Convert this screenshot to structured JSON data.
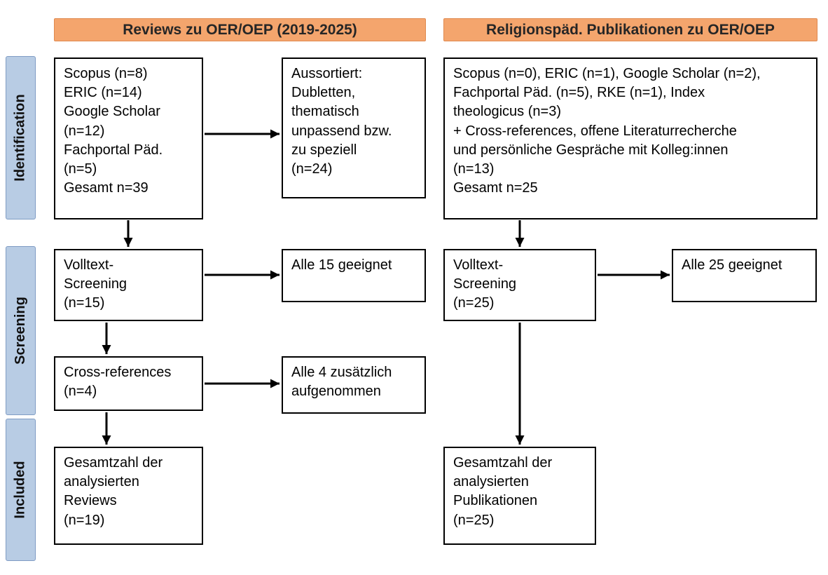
{
  "columns": {
    "left_header": "Reviews zu OER/OEP (2019-2025)",
    "right_header": "Religionspäd. Publikationen zu OER/OEP"
  },
  "stage_labels": {
    "identification": "Identification",
    "screening": "Screening",
    "included": "Included"
  },
  "left_flow": {
    "identification_sources": "Scopus (n=8)\nERIC (n=14)\nGoogle Scholar\n(n=12)\nFachportal Päd.\n(n=5)\nGesamt n=39",
    "excluded": "Aussortiert:\nDubletten,\nthematisch\nunpassend bzw.\nzu speziell\n(n=24)",
    "fulltext_screening": "Volltext-\nScreening\n(n=15)",
    "fulltext_result": "Alle 15 geeignet",
    "cross_references": "Cross-references\n(n=4)",
    "cross_references_result": "Alle 4 zusätzlich\naufgenommen",
    "included_total": "Gesamtzahl der\nanalysierten\nReviews\n(n=19)"
  },
  "right_flow": {
    "identification_sources": "Scopus (n=0), ERIC (n=1), Google Scholar (n=2),\nFachportal Päd. (n=5), RKE (n=1), Index\ntheologicus (n=3)\n+ Cross-references, offene Literaturrecherche\nund persönliche Gespräche mit Kolleg:innen\n(n=13)\nGesamt n=25",
    "fulltext_screening": "Volltext-\nScreening\n(n=25)",
    "fulltext_result": "Alle 25 geeignet",
    "included_total": "Gesamtzahl der\nanalysierten\nPublikationen\n(n=25)"
  },
  "colors": {
    "header_fill": "#F4A56D",
    "header_border": "#E08A50",
    "stage_fill": "#B8CCE4",
    "stage_border": "#7F9CC4",
    "box_border": "#000000",
    "arrow": "#000000"
  }
}
